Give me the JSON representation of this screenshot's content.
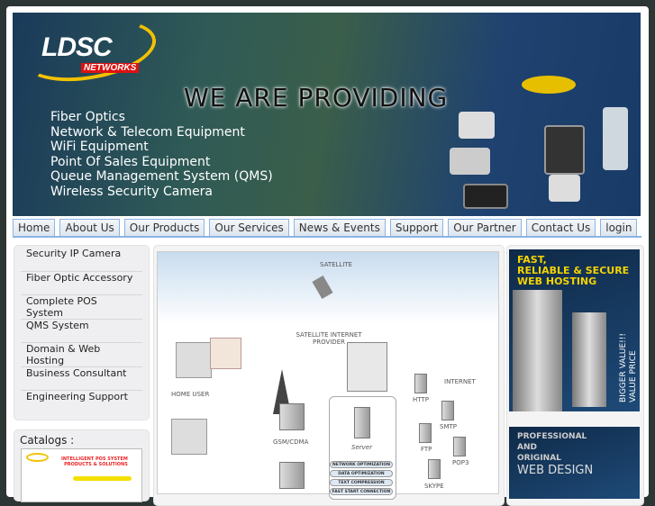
{
  "banner": {
    "logo": {
      "main": "LDSC",
      "sub": "NETWORKS"
    },
    "tagline": "WE ARE PROVIDING",
    "items": [
      "Fiber Optics",
      "Network & Telecom Equipment",
      "WiFi Equipment",
      "Point Of Sales Equipment",
      "Queue Management System (QMS)",
      "Wireless Security Camera"
    ]
  },
  "nav": [
    "Home",
    "About Us",
    "Our Products",
    "Our Services",
    "News & Events",
    "Support",
    "Our Partner",
    "Contact Us",
    "login"
  ],
  "sidebar": {
    "items": [
      "Security IP Camera",
      "Fiber Optic Accessory",
      "Complete POS System",
      "QMS System",
      "Domain & Web Hosting",
      "Business Consultant",
      "Engineering Support"
    ]
  },
  "catalogs": {
    "label": "Catalogs :",
    "image_text": [
      "INTELLIGENT POS SYSTEM",
      "PRODUCTS & SOLUTIONS"
    ]
  },
  "diagram": {
    "labels": {
      "satellite": "SATELLITE",
      "provider": "SATELLITE INTERNET PROVIDER",
      "home": "HOME USER",
      "gsm": "GSM/CDMA",
      "internet": "INTERNET",
      "server": "Server"
    },
    "services": [
      "HTTP",
      "SMTP",
      "FTP",
      "POP3",
      "SKYPE"
    ],
    "features": [
      "NETWORK OPTIMIZATION",
      "DATA OPTIMIZATION",
      "TEXT COMPRESSION",
      "FAST START CONNECTION"
    ]
  },
  "ads": {
    "hosting": {
      "title": [
        "FAST,",
        "RELIABLE & SECURE",
        "WEB HOSTING"
      ],
      "side": [
        "VALUE PRICE",
        "BIGGER VALUE!!!"
      ]
    },
    "design": {
      "title": [
        "PROFESSIONAL",
        "AND",
        "ORIGINAL"
      ],
      "big": "WEB DESIGN"
    }
  }
}
